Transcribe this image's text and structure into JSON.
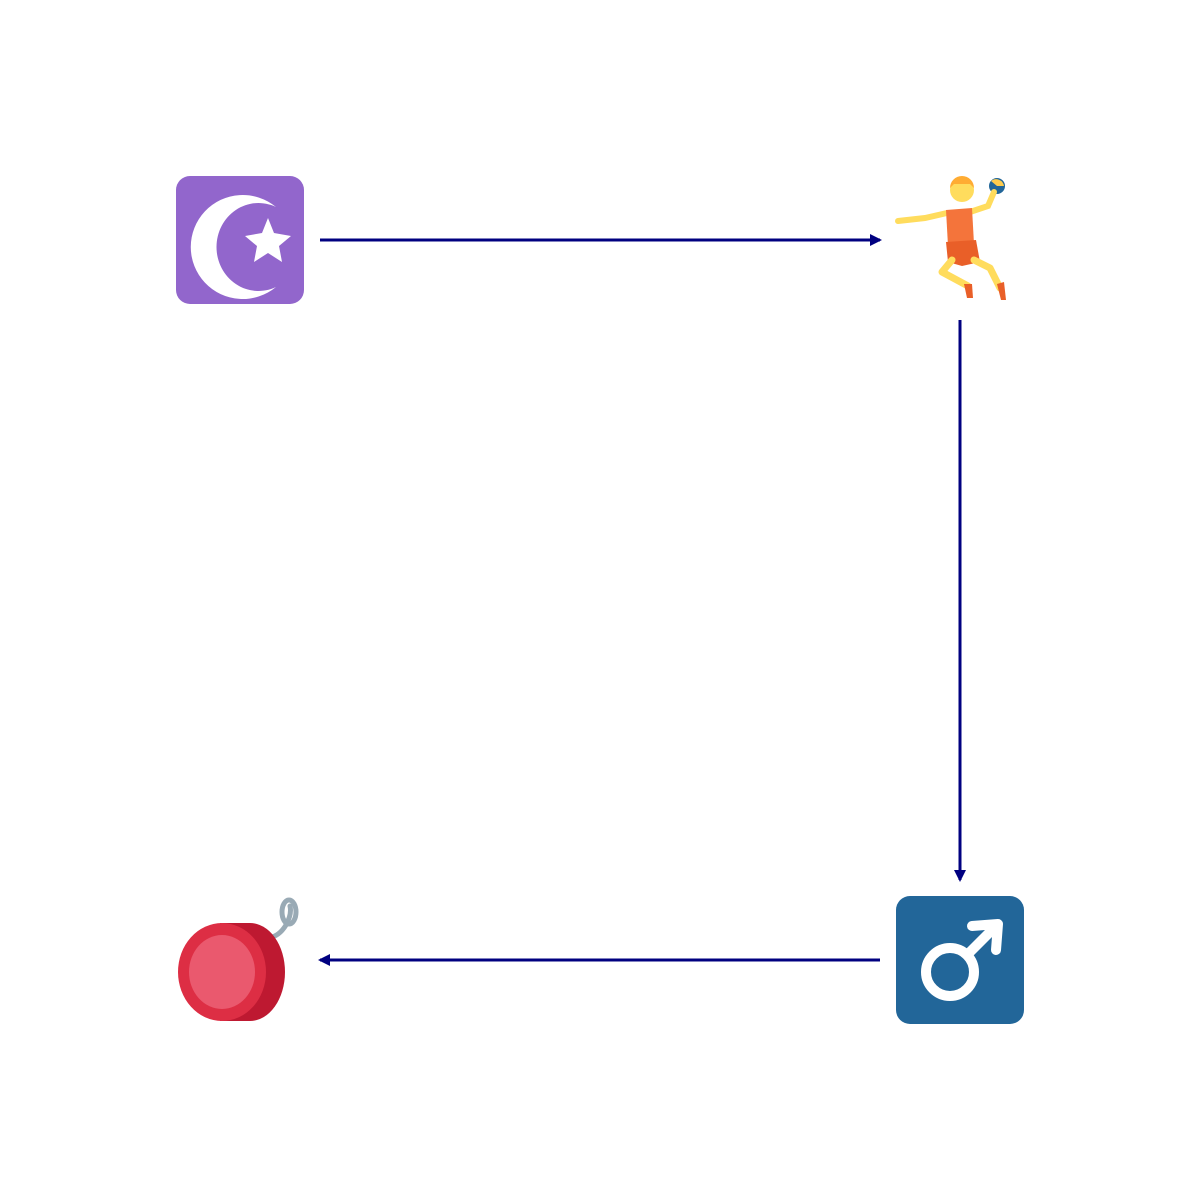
{
  "diagram": {
    "type": "flow",
    "edge_color": "#000080",
    "nodes": [
      {
        "id": "star-and-crescent",
        "icon": "star-and-crescent-icon",
        "color": "#9266CC"
      },
      {
        "id": "handball-player",
        "icon": "person-playing-handball-icon",
        "color": "#F4900C"
      },
      {
        "id": "male-sign",
        "icon": "male-sign-icon",
        "color": "#226699"
      },
      {
        "id": "yo-yo",
        "icon": "yo-yo-icon",
        "color": "#DD2E44"
      }
    ],
    "edges": [
      {
        "from": "star-and-crescent",
        "to": "handball-player"
      },
      {
        "from": "handball-player",
        "to": "male-sign"
      },
      {
        "from": "male-sign",
        "to": "yo-yo"
      }
    ]
  }
}
